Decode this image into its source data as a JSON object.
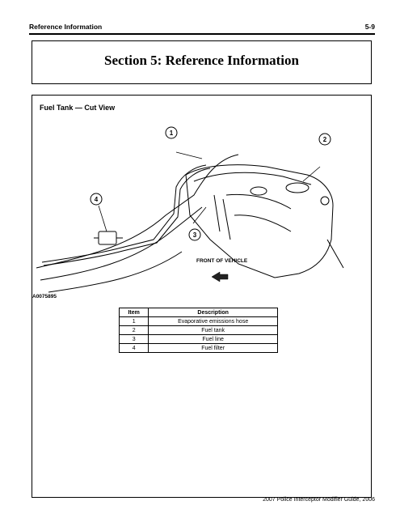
{
  "header": {
    "section": "Reference Information",
    "page": "5-9"
  },
  "title": "Section 5: Reference Information",
  "figure": {
    "title": "Fuel Tank — Cut View",
    "id": "A0075895",
    "callouts": [
      "1",
      "2",
      "3",
      "4"
    ],
    "front_label": "FRONT OF VEHICLE",
    "front_arrow_icon": "arrow-left-icon"
  },
  "table": {
    "headers": [
      "Item",
      "Description"
    ],
    "rows": [
      [
        "1",
        "Evaporative emissions hose"
      ],
      [
        "2",
        "Fuel tank"
      ],
      [
        "3",
        "Fuel line"
      ],
      [
        "4",
        "Fuel filter"
      ]
    ]
  },
  "footer": "2007 Police Interceptor Modifier Guide, 2006"
}
